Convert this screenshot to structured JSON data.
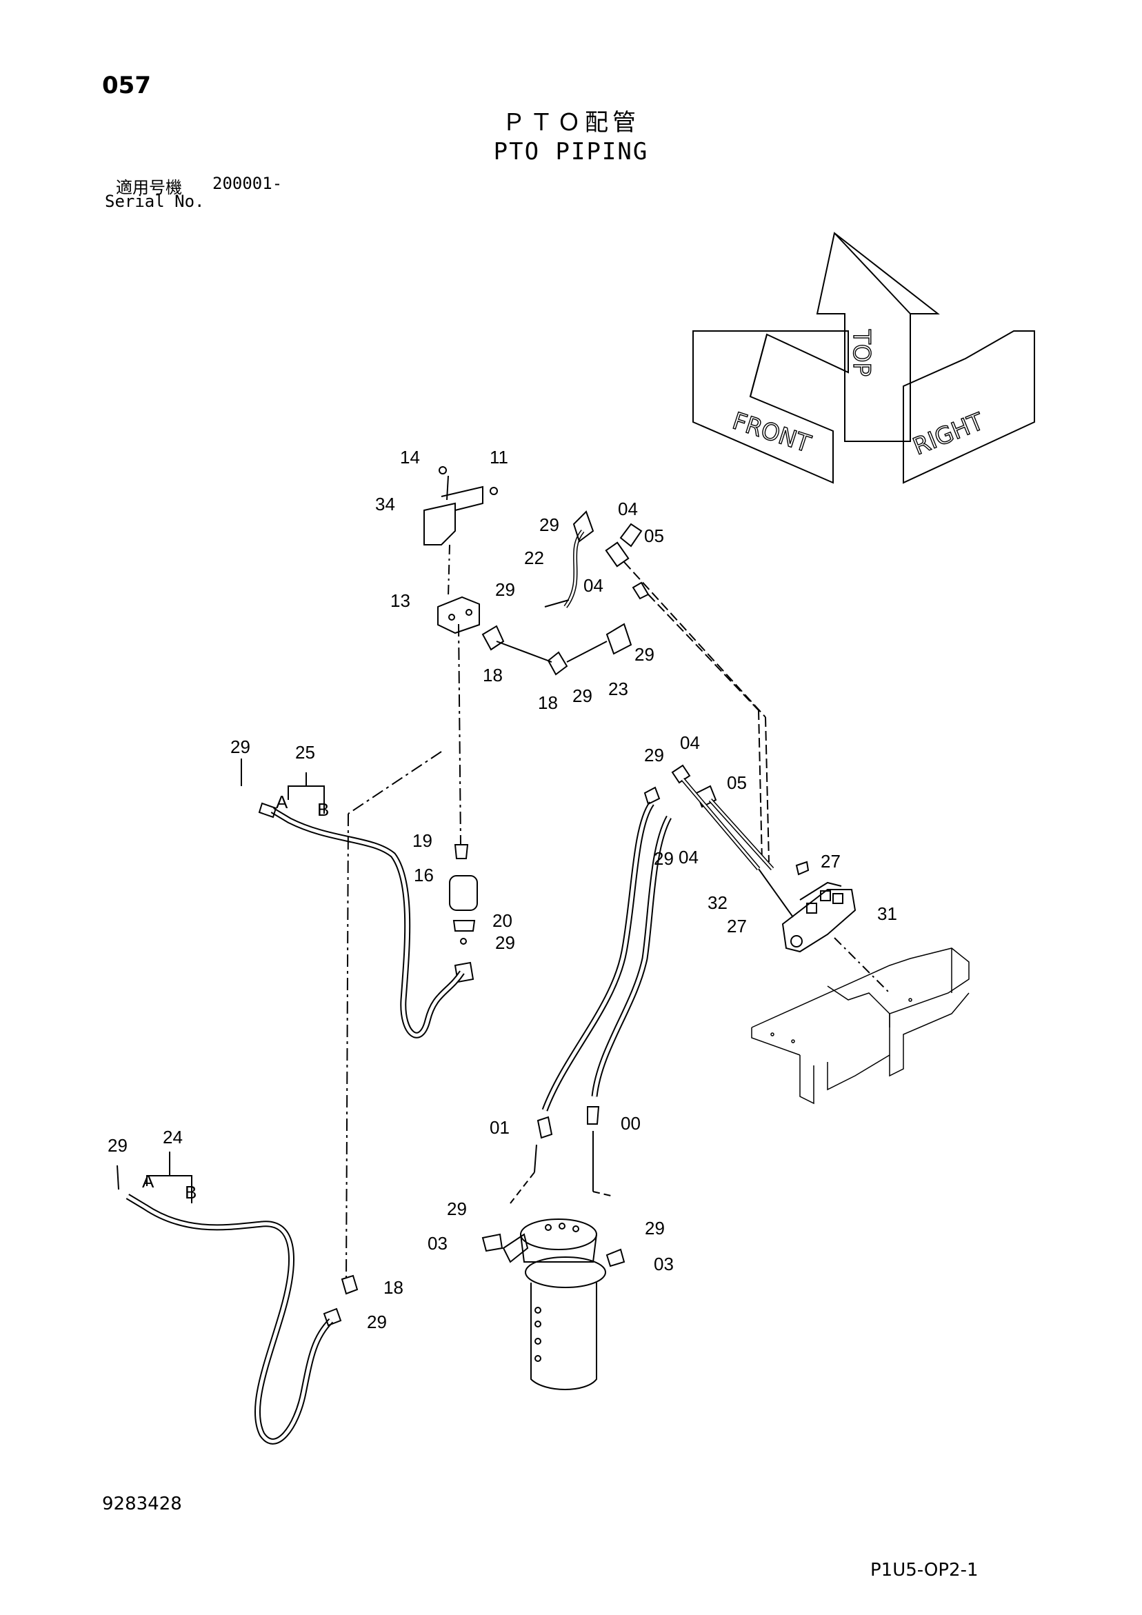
{
  "header": {
    "page_number": "057",
    "title_jp": "ＰＴＯ配管",
    "title_en": "PTO PIPING",
    "serial_label_jp": "適用号機",
    "serial_value": "200001-",
    "serial_label_en": "Serial No."
  },
  "orientation": {
    "front": "FRONT",
    "top": "TOP",
    "right": "RIGHT"
  },
  "callouts": {
    "c14": "14",
    "c11": "11",
    "c34": "34",
    "c29_top": "29",
    "c04_top": "04",
    "c05_top": "05",
    "c22": "22",
    "c13": "13",
    "c29_b": "29",
    "c04_mid": "04",
    "c29_c": "29",
    "c18_a": "18",
    "c18_b": "18",
    "c29_d": "29",
    "c23": "23",
    "c29_left": "29",
    "c25": "25",
    "c25_a": "A",
    "c25_b": "B",
    "c19": "19",
    "c16": "16",
    "c20": "20",
    "c29_e": "29",
    "c29_v": "29",
    "c04_v1": "04",
    "c05_v": "05",
    "c29_v2": "29",
    "c04_v2": "04",
    "c27_a": "27",
    "c32": "32",
    "c27_b": "27",
    "c31": "31",
    "c01": "01",
    "c00": "00",
    "c29_f": "29",
    "c03_a": "03",
    "c29_g": "29",
    "c03_b": "03",
    "c29_h": "29",
    "c24": "24",
    "c24_a": "A",
    "c24_b": "B",
    "c18_c": "18",
    "c29_i": "29"
  },
  "footer": {
    "drawing_number": "9283428",
    "sheet_code": "P1U5-OP2-1"
  }
}
